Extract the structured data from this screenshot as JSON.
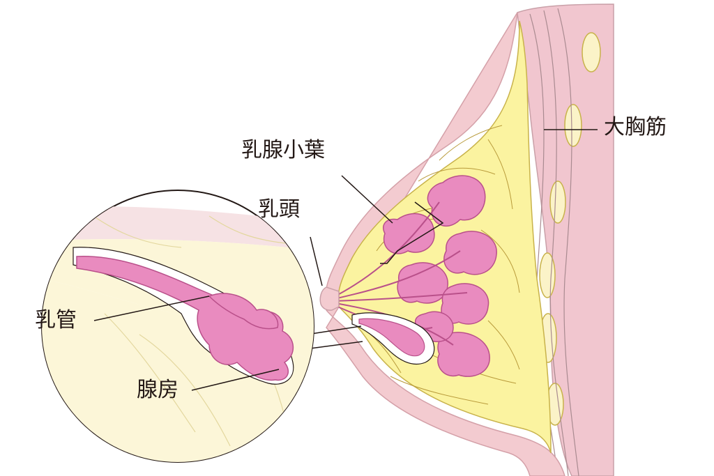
{
  "labels": {
    "pectoralis_major": "大胸筋",
    "mammary_lobule": "乳腺小葉",
    "nipple": "乳頭",
    "milk_duct": "乳管",
    "gland_sac": "腺房"
  },
  "colors": {
    "fat_yellow": "#fbf3a0",
    "fat_outline": "#c8b24a",
    "skin_pink": "#f3cbd0",
    "muscle_pink": "#f1c6cf",
    "gland_pink": "#e98bbf",
    "gland_outline": "#b9508a",
    "line_dark": "#231815"
  }
}
